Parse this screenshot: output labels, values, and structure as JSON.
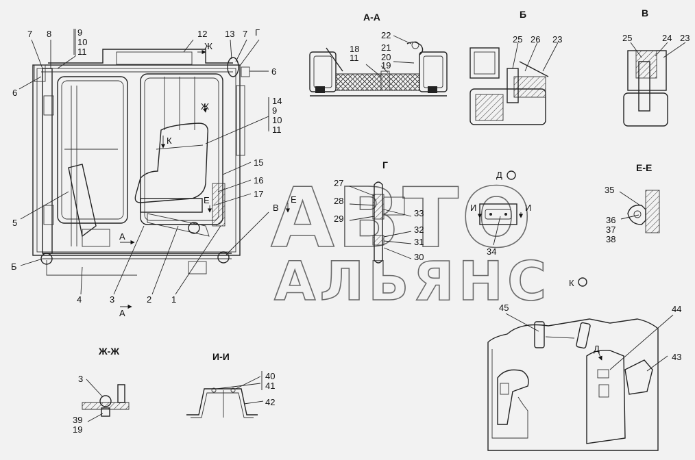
{
  "watermark": {
    "line1": "АВТО",
    "line2": "АЛЬЯНС"
  },
  "views": {
    "aa": "А-А",
    "b": "Б",
    "v": "В",
    "g": "Г",
    "ee": "Е-Е",
    "zhzh": "Ж-Ж",
    "ii": "И-И"
  },
  "section_marks": {
    "zh_top": "Ж",
    "zh_mid": "Ж",
    "k": "К",
    "e_left": "Е",
    "e_right": "Е",
    "a_mid": "А",
    "a_bottom": "А",
    "b_left": "Б",
    "v_mid": "В",
    "g_top": "Г",
    "d": "Д",
    "i_left": "И",
    "i_right": "И",
    "k_right": "К",
    "d_lower": "Д"
  },
  "callouts": {
    "c1": "1",
    "c2": "2",
    "c3": "3",
    "c4": "4",
    "c5": "5",
    "c6a": "6",
    "c6b": "6",
    "c7a": "7",
    "c7b": "7",
    "c8": "8",
    "s9a": "9",
    "s10a": "10",
    "s11a": "11",
    "c12": "12",
    "c13": "13",
    "s14": "14",
    "s9b": "9",
    "s10b": "10",
    "s11b": "11",
    "c15": "15",
    "c16": "16",
    "c17": "17",
    "c18": "18",
    "c11c": "11",
    "c19": "19",
    "c20": "20",
    "c21": "21",
    "c22": "22",
    "c23a": "23",
    "c25a": "25",
    "c26": "26",
    "c25b": "25",
    "c24": "24",
    "c23b": "23",
    "c27": "27",
    "c28": "28",
    "c29": "29",
    "c30": "30",
    "c31": "31",
    "c32": "32",
    "c33": "33",
    "c34": "34",
    "c35": "35",
    "c36": "36",
    "c37": "37",
    "c38": "38",
    "c3b": "3",
    "c39": "39",
    "c19b": "19",
    "c40": "40",
    "c41": "41",
    "c42": "42",
    "c43": "43",
    "c44": "44",
    "c45": "45"
  }
}
